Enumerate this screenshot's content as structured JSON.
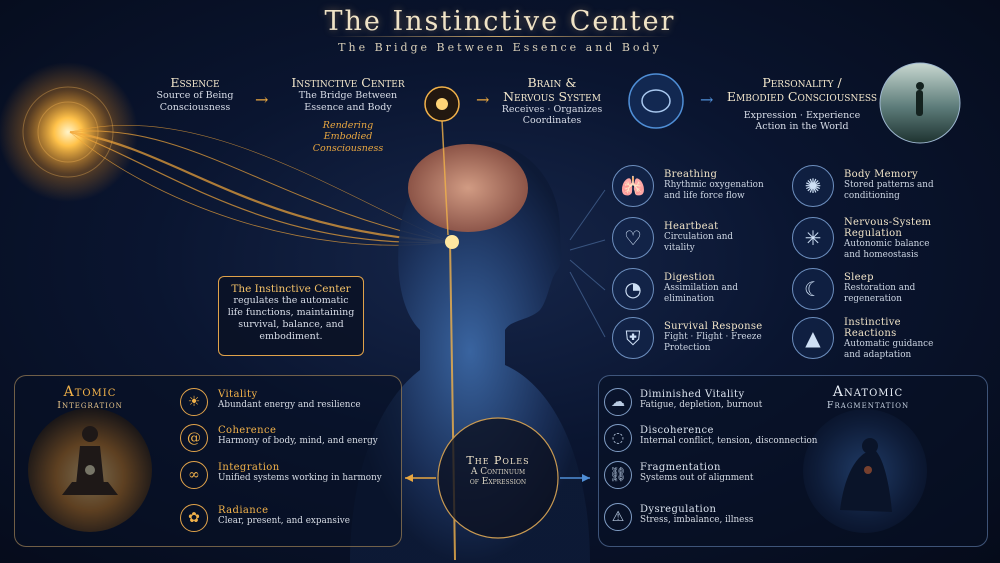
{
  "header": {
    "title": "The Instinctive Center",
    "subtitle": "The Bridge Between Essence and Body"
  },
  "flow": {
    "essence": {
      "title": "Essence",
      "lines": [
        "Source of Being",
        "Consciousness"
      ]
    },
    "instinctive": {
      "title": "Instinctive Center",
      "lines": [
        "The Bridge Between",
        "Essence and Body"
      ],
      "note": [
        "Rendering",
        "Embodied Consciousness"
      ]
    },
    "brain": {
      "title": [
        "Brain &",
        "Nervous System"
      ],
      "lines": [
        "Receives · Organizes",
        "Coordinates"
      ]
    },
    "personality": {
      "title": [
        "Personality /",
        "Embodied Consciousness"
      ],
      "lines": [
        "Expression · Experience",
        "Action in the World"
      ]
    }
  },
  "callout": {
    "title": "The Instinctive Center",
    "lines": [
      "regulates the automatic",
      "life functions, maintaining",
      "survival, balance, and",
      "embodiment."
    ]
  },
  "functions_left": [
    {
      "icon": "lungs-icon",
      "glyph": "🫁",
      "title": "Breathing",
      "lines": [
        "Rhythmic oxygenation",
        "and life force flow"
      ]
    },
    {
      "icon": "heart-icon",
      "glyph": "♡",
      "title": "Heartbeat",
      "lines": [
        "Circulation and",
        "vitality"
      ]
    },
    {
      "icon": "stomach-icon",
      "glyph": "◔",
      "title": "Digestion",
      "lines": [
        "Assimilation and",
        "elimination"
      ]
    },
    {
      "icon": "shield-icon",
      "glyph": "⛨",
      "title": "Survival Response",
      "lines": [
        "Fight · Flight · Freeze",
        "Protection"
      ]
    }
  ],
  "functions_right": [
    {
      "icon": "brain-icon",
      "glyph": "✺",
      "title": "Body Memory",
      "lines": [
        "Stored patterns and",
        "conditioning"
      ]
    },
    {
      "icon": "neuron-icon",
      "glyph": "✳",
      "title": [
        "Nervous-System",
        "Regulation"
      ],
      "lines": [
        "Autonomic balance",
        "and homeostasis"
      ]
    },
    {
      "icon": "moon-icon",
      "glyph": "☾",
      "title": "Sleep",
      "lines": [
        "Restoration and",
        "regeneration"
      ]
    },
    {
      "icon": "wolf-icon",
      "glyph": "▲",
      "title": [
        "Instinctive",
        "Reactions"
      ],
      "lines": [
        "Automatic guidance",
        "and adaptation"
      ]
    }
  ],
  "atomic": {
    "title": "Atomic",
    "subtitle": "Integration",
    "items": [
      {
        "icon": "sun-icon",
        "glyph": "☀",
        "title": "Vitality",
        "text": "Abundant energy and resilience"
      },
      {
        "icon": "spiral-icon",
        "glyph": "@",
        "title": "Coherence",
        "text": "Harmony of body, mind, and energy"
      },
      {
        "icon": "circles-icon",
        "glyph": "∞",
        "title": "Integration",
        "text": "Unified systems working in harmony"
      },
      {
        "icon": "lotus-icon",
        "glyph": "✿",
        "title": "Radiance",
        "text": "Clear, present, and expansive"
      }
    ]
  },
  "anatomic": {
    "title": "Anatomic",
    "subtitle": "Fragmentation",
    "items": [
      {
        "icon": "storm-cloud-icon",
        "glyph": "☁",
        "title": "Diminished Vitality",
        "text": "Fatigue, depletion, burnout"
      },
      {
        "icon": "swirl-icon",
        "glyph": "◌",
        "title": "Discoherence",
        "text": "Internal conflict, tension, disconnection"
      },
      {
        "icon": "broken-link-icon",
        "glyph": "⛓",
        "title": "Fragmentation",
        "text": "Systems out of alignment"
      },
      {
        "icon": "warning-icon",
        "glyph": "⚠",
        "title": "Dysregulation",
        "text": "Stress, imbalance, illness"
      }
    ]
  },
  "poles": {
    "title": "The Poles",
    "lines": [
      "A Continuum",
      "of Expression"
    ]
  }
}
